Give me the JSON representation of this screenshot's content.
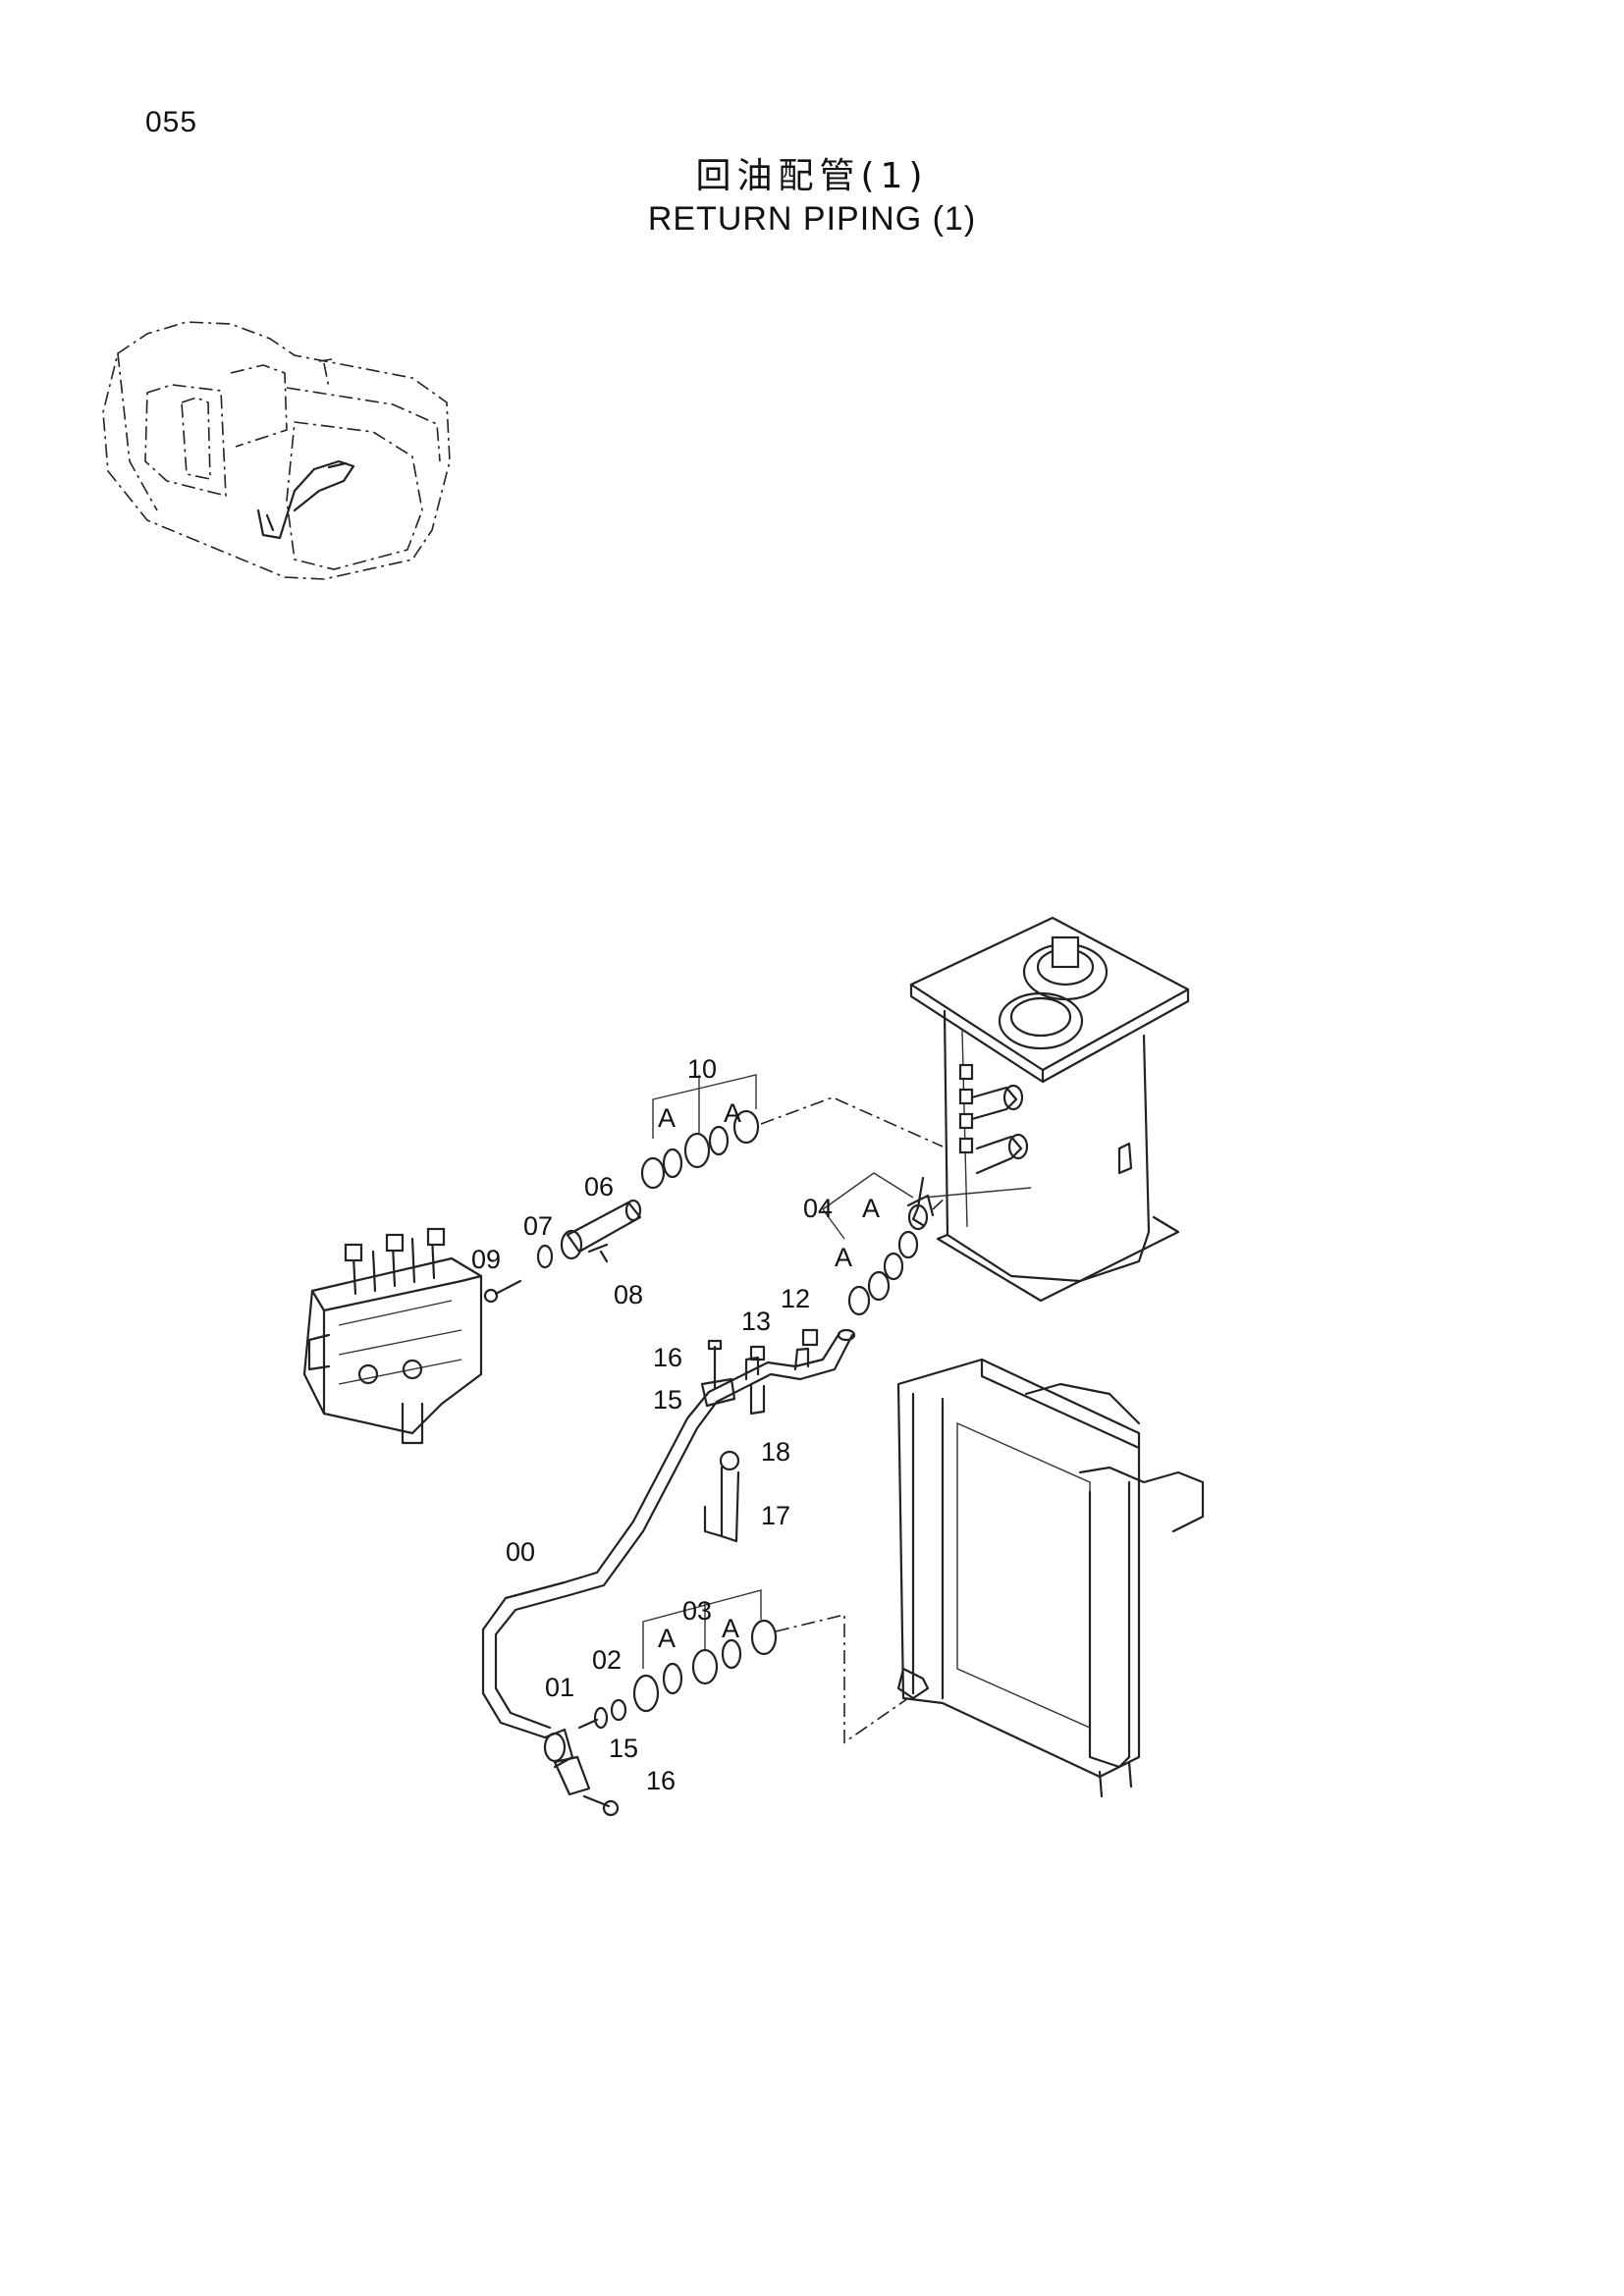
{
  "page_number": "055",
  "title_cn": "回油配管(1)",
  "title_en": "RETURN PIPING (1)",
  "part_labels": {
    "p00": "00",
    "p01": "01",
    "p02": "02",
    "p03": "03",
    "p04": "04",
    "p06": "06",
    "p07": "07",
    "p08": "08",
    "p09": "09",
    "p10": "10",
    "p12": "12",
    "p13": "13",
    "p15a": "15",
    "p15b": "15",
    "p16a": "16",
    "p16b": "16",
    "p17": "17",
    "p18": "18"
  },
  "detail_marks": {
    "a1": "A",
    "a2": "A",
    "a3": "A",
    "a4": "A",
    "a5": "A",
    "a6": "A"
  }
}
